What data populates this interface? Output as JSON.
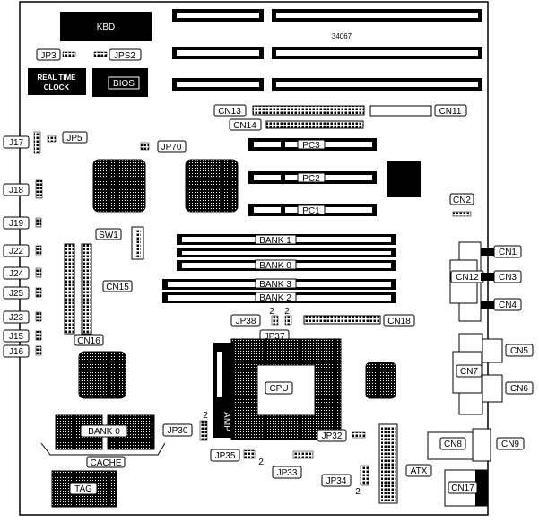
{
  "labels": {
    "kbd": "KBD",
    "bios": "BIOS",
    "rtc_line1": "REAL TIME",
    "rtc_line2": "CLOCK",
    "board_code": "34067",
    "jp3": "JP3",
    "jps2": "JPS2",
    "jp5": "JP5",
    "jp70": "JP70",
    "j17": "J17",
    "j18": "J18",
    "j19": "J19",
    "j22": "J22",
    "j24": "J24",
    "j25": "J25",
    "j23": "J23",
    "j15": "J15",
    "j16": "J16",
    "sw1": "SW1",
    "cn15": "CN15",
    "cn16": "CN16",
    "cn13": "CN13",
    "cn14": "CN14",
    "cn11": "CN11",
    "cn2": "CN2",
    "cn1": "CN1",
    "cn12": "CN12",
    "cn3": "CN3",
    "cn4": "CN4",
    "cn5": "CN5",
    "cn7": "CN7",
    "cn6": "CN6",
    "cn8": "CN8",
    "cn9": "CN9",
    "cn17": "CN17",
    "cn18": "CN18",
    "pc1": "PC1",
    "pc2": "PC2",
    "pc3": "PC3",
    "bank1": "BANK 1",
    "bank0": "BANK 0",
    "bank3": "BANK 3",
    "bank2": "BANK 2",
    "jp38": "JP38",
    "jp37": "JP37",
    "pin2a": "2",
    "pin2b": "2",
    "cpu": "CPU",
    "amp": "AMP",
    "jp30": "JP30",
    "pin2c": "2",
    "jp32": "JP32",
    "cache_bank": "BANK 0",
    "cache": "CACHE",
    "tag": "TAG",
    "jp35": "JP35",
    "pin2d": "2",
    "jp33": "JP33",
    "jp34": "JP34",
    "pin2e": "2",
    "atx": "ATX"
  }
}
